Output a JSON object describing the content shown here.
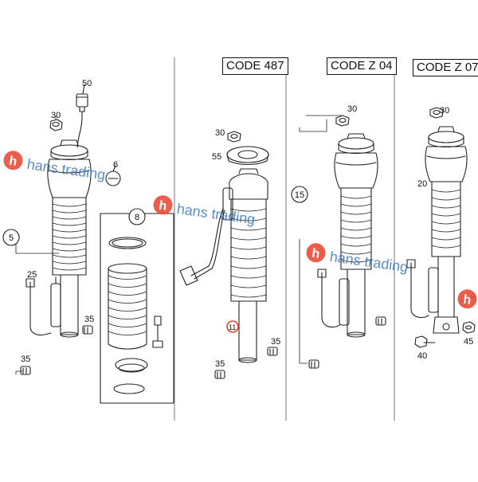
{
  "codes": [
    "CODE 487",
    "CODE Z 04",
    "CODE Z 07"
  ],
  "callouts": {
    "c50": "50",
    "c30a": "30",
    "c6": "6",
    "c5": "5",
    "c8": "8",
    "c25": "25",
    "c35a": "35",
    "c35b": "35",
    "c30b": "30",
    "c55": "55",
    "c11": "11",
    "c35c": "35",
    "c35d": "35",
    "c30c": "30",
    "c15": "15",
    "c30d": "30",
    "c20": "20",
    "c40": "40",
    "c45": "45"
  },
  "watermark": {
    "text": "hans trading",
    "logo_letter": "h",
    "logo_color": "#e8412c",
    "text_color": "#3a78c2"
  },
  "colors": {
    "line": "#222222",
    "highlight": "#e8412c"
  }
}
